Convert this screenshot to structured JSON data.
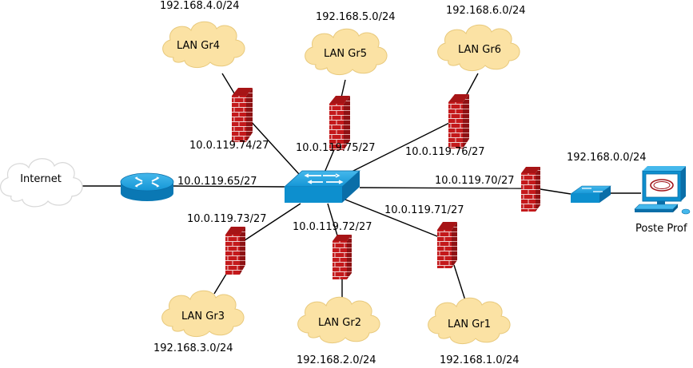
{
  "internet": {
    "label": "Internet"
  },
  "router": {
    "label": "10.0.119.65/27"
  },
  "switch_links": {
    "gr4": "10.0.119.74/27",
    "gr5": "10.0.119.75/27",
    "gr6": "10.0.119.76/27",
    "prof": "10.0.119.70/27",
    "gr3": "10.0.119.73/27",
    "gr2": "10.0.119.72/27",
    "gr1": "10.0.119.71/27"
  },
  "lans": {
    "gr4": {
      "name": "LAN Gr4",
      "subnet": "192.168.4.0/24"
    },
    "gr5": {
      "name": "LAN Gr5",
      "subnet": "192.168.5.0/24"
    },
    "gr6": {
      "name": "LAN Gr6",
      "subnet": "192.168.6.0/24"
    },
    "gr3": {
      "name": "LAN Gr3",
      "subnet": "192.168.3.0/24"
    },
    "gr2": {
      "name": "LAN Gr2",
      "subnet": "192.168.2.0/24"
    },
    "gr1": {
      "name": "LAN Gr1",
      "subnet": "192.168.1.0/24"
    }
  },
  "prof": {
    "subnet": "192.168.0.0/24",
    "label": "Poste Prof"
  },
  "colors": {
    "cloud_lan": "#fbe2a4",
    "cloud_internet": "#ffffff",
    "device_blue": "#0d8fce",
    "firewall_red": "#c4191b"
  }
}
